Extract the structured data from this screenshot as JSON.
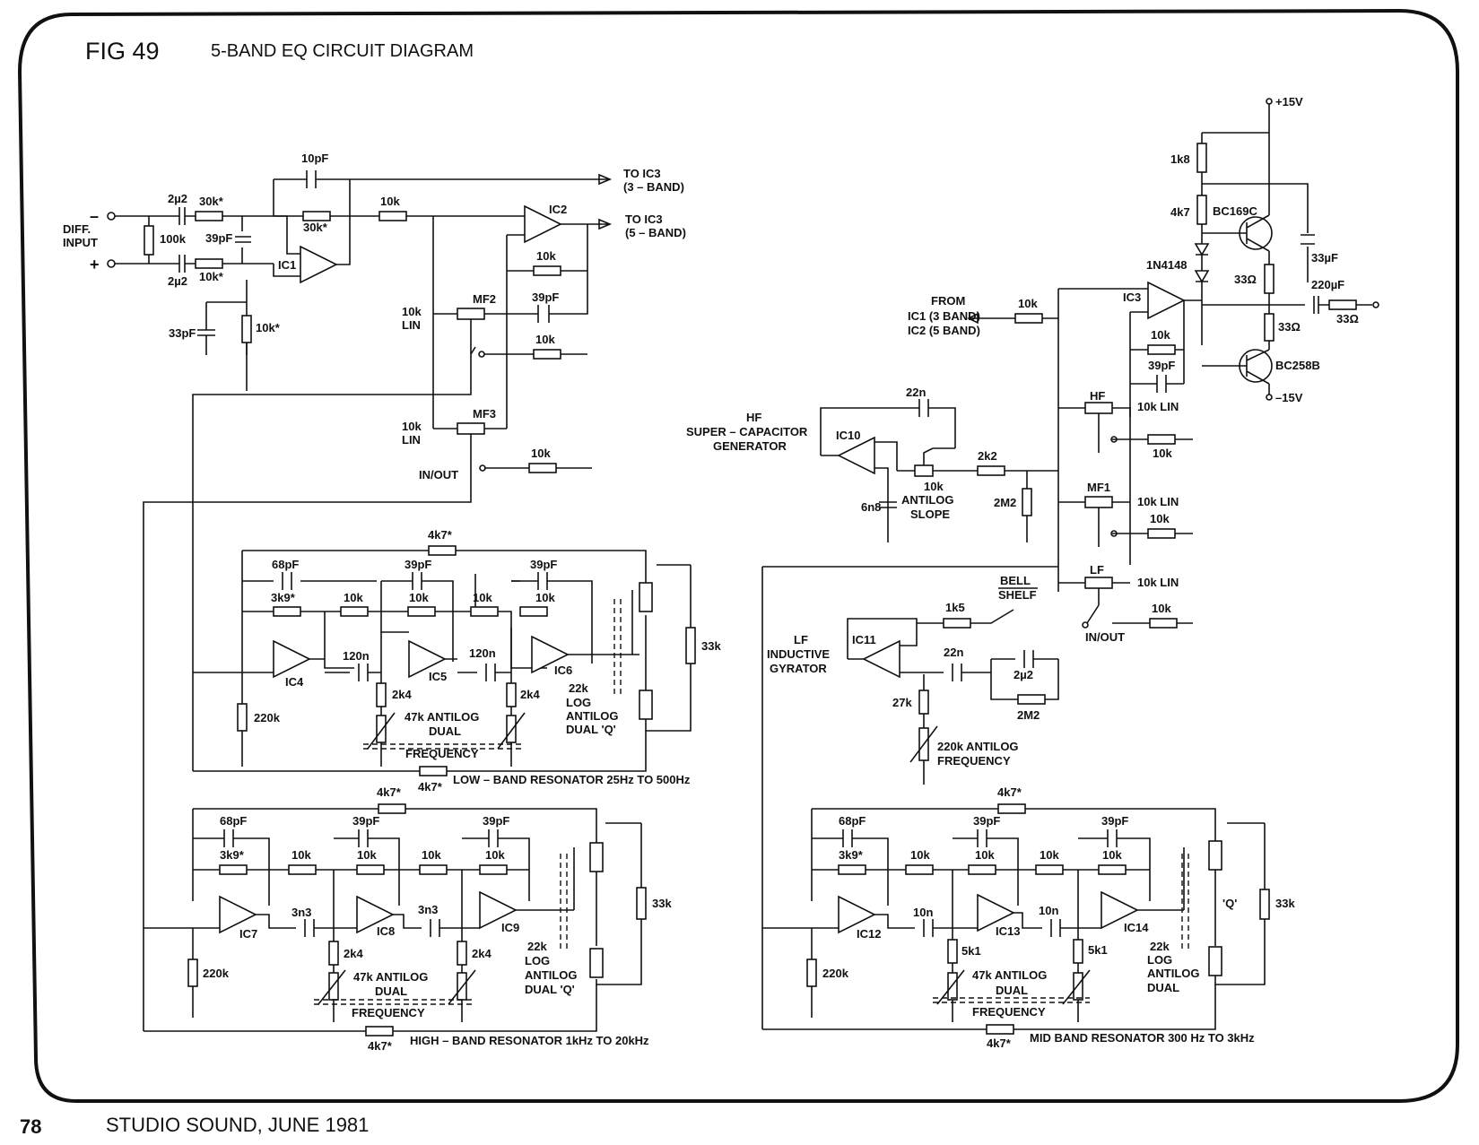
{
  "header": {
    "fig": "FIG 49",
    "title": "5-BAND EQ CIRCUIT DIAGRAM"
  },
  "footer": {
    "page": "78",
    "publication": "STUDIO SOUND, JUNE 1981"
  },
  "labels": {
    "input": {
      "minus": "–",
      "plus": "+",
      "diff": "DIFF.",
      "input": "INPUT",
      "c1": "2µ2",
      "c2": "2µ2",
      "r1": "30k*",
      "r2": "10k*",
      "r3": "100k",
      "c3": "39pF",
      "c4": "33pF",
      "r4": "10k*",
      "c5": "10pF",
      "r5": "30k*",
      "ic": "IC1"
    },
    "out": {
      "r": "10k",
      "ic": "IC2",
      "to3": "TO IC3",
      "to3b": "(3 – BAND)",
      "to5": "TO IC3",
      "to5b": "(5 – BAND)",
      "rfb": "10k",
      "cfb": "39pF",
      "r10k": "10k",
      "mf2": "MF2",
      "mf3": "MF3",
      "lin1a": "10k",
      "lin1b": "LIN",
      "lin2a": "10k",
      "lin2b": "LIN",
      "r10kb": "10k",
      "inout": "IN/OUT"
    },
    "low": {
      "r4k7a": "4k7*",
      "c68": "68pF",
      "r3k9": "3k9*",
      "r10a": "10k",
      "c39a": "39pF",
      "r10b": "10k",
      "r10c": "10k",
      "c39b": "39pF",
      "r10d": "10k",
      "ic4": "IC4",
      "ic5": "IC5",
      "ic6": "IC6",
      "c120a": "120n",
      "c120b": "120n",
      "r2k4a": "2k4",
      "r2k4b": "2k4",
      "r220": "220k",
      "pot1": "47k ANTILOG",
      "pot2": "DUAL",
      "pot3": "FREQUENCY",
      "q1": "22k",
      "q2": "LOG",
      "q3": "ANTILOG",
      "q4": "DUAL 'Q'",
      "r33": "33k",
      "r4k7b": "4k7*",
      "caption": "LOW – BAND RESONATOR 25Hz TO 500Hz"
    },
    "high": {
      "r4k7a": "4k7*",
      "c68": "68pF",
      "r3k9": "3k9*",
      "r10a": "10k",
      "c39a": "39pF",
      "r10b": "10k",
      "r10c": "10k",
      "c39b": "39pF",
      "r10d": "10k",
      "ic7": "IC7",
      "ic8": "IC8",
      "ic9": "IC9",
      "c3n3a": "3n3",
      "c3n3b": "3n3",
      "r2k4a": "2k4",
      "r2k4b": "2k4",
      "r220": "220k",
      "pot1": "47k ANTILOG",
      "pot2": "DUAL",
      "pot3": "FREQUENCY",
      "q1": "22k",
      "q2": "LOG",
      "q3": "ANTILOG",
      "q4": "DUAL 'Q'",
      "r33": "33k",
      "r4k7b": "4k7*",
      "caption": "HIGH – BAND RESONATOR 1kHz TO 20kHz"
    },
    "mid": {
      "r4k7a": "4k7*",
      "c68": "68pF",
      "r3k9": "3k9*",
      "r10a": "10k",
      "c39a": "39pF",
      "r10b": "10k",
      "r10c": "10k",
      "c39b": "39pF",
      "r10d": "10k",
      "ic12": "IC12",
      "ic13": "IC13",
      "ic14": "IC14",
      "c10na": "10n",
      "c10nb": "10n",
      "r5k1a": "5k1",
      "r5k1b": "5k1",
      "r220": "220k",
      "pot1": "47k ANTILOG",
      "pot2": "DUAL",
      "pot3": "FREQUENCY",
      "q": "'Q'",
      "q1": "22k",
      "q2": "LOG",
      "q3": "ANTILOG",
      "q4": "DUAL",
      "r33": "33k",
      "r4k7b": "4k7*",
      "caption": "MID BAND RESONATOR 300 Hz TO 3kHz"
    },
    "right": {
      "v15p": "+15V",
      "v15n": "–15V",
      "r1k8": "1k8",
      "r4k7": "4k7",
      "q1": "BC169C",
      "q2": "BC258B",
      "d": "1N4148",
      "c33u": "33µF",
      "r33a": "33Ω",
      "r33b": "33Ω",
      "r33c": "33Ω",
      "c220u": "220µF",
      "ic3": "IC3",
      "from1": "FROM",
      "from2": "IC1 (3 BAND)",
      "from3": "IC2 (5 BAND)",
      "rin": "10k",
      "rfb": "10k",
      "cfb": "39pF",
      "hf": "HF",
      "hflin": "10k LIN",
      "r10ka": "10k",
      "mf1": "MF1",
      "mf1lin": "10k LIN",
      "r10kb": "10k",
      "lf": "LF",
      "lflin": "10k LIN",
      "r10kc": "10k",
      "inout": "IN/OUT",
      "bell": "BELL",
      "shelf": "SHELF"
    },
    "hfgen": {
      "t1": "HF",
      "t2": "SUPER – CAPACITOR",
      "t3": "GENERATOR",
      "ic": "IC10",
      "c22n": "22n",
      "pot1": "10k",
      "pot2": "ANTILOG",
      "pot3": "SLOPE",
      "r2k2": "2k2",
      "r2m2": "2M2",
      "c6n8": "6n8"
    },
    "lfgyr": {
      "t1": "LF",
      "t2": "INDUCTIVE",
      "t3": "GYRATOR",
      "ic": "IC11",
      "r1k5": "1k5",
      "c22n": "22n",
      "c2u2": "2µ2",
      "r2m2": "2M2",
      "r27k": "27k",
      "pot1": "220k ANTILOG",
      "pot2": "FREQUENCY"
    }
  }
}
